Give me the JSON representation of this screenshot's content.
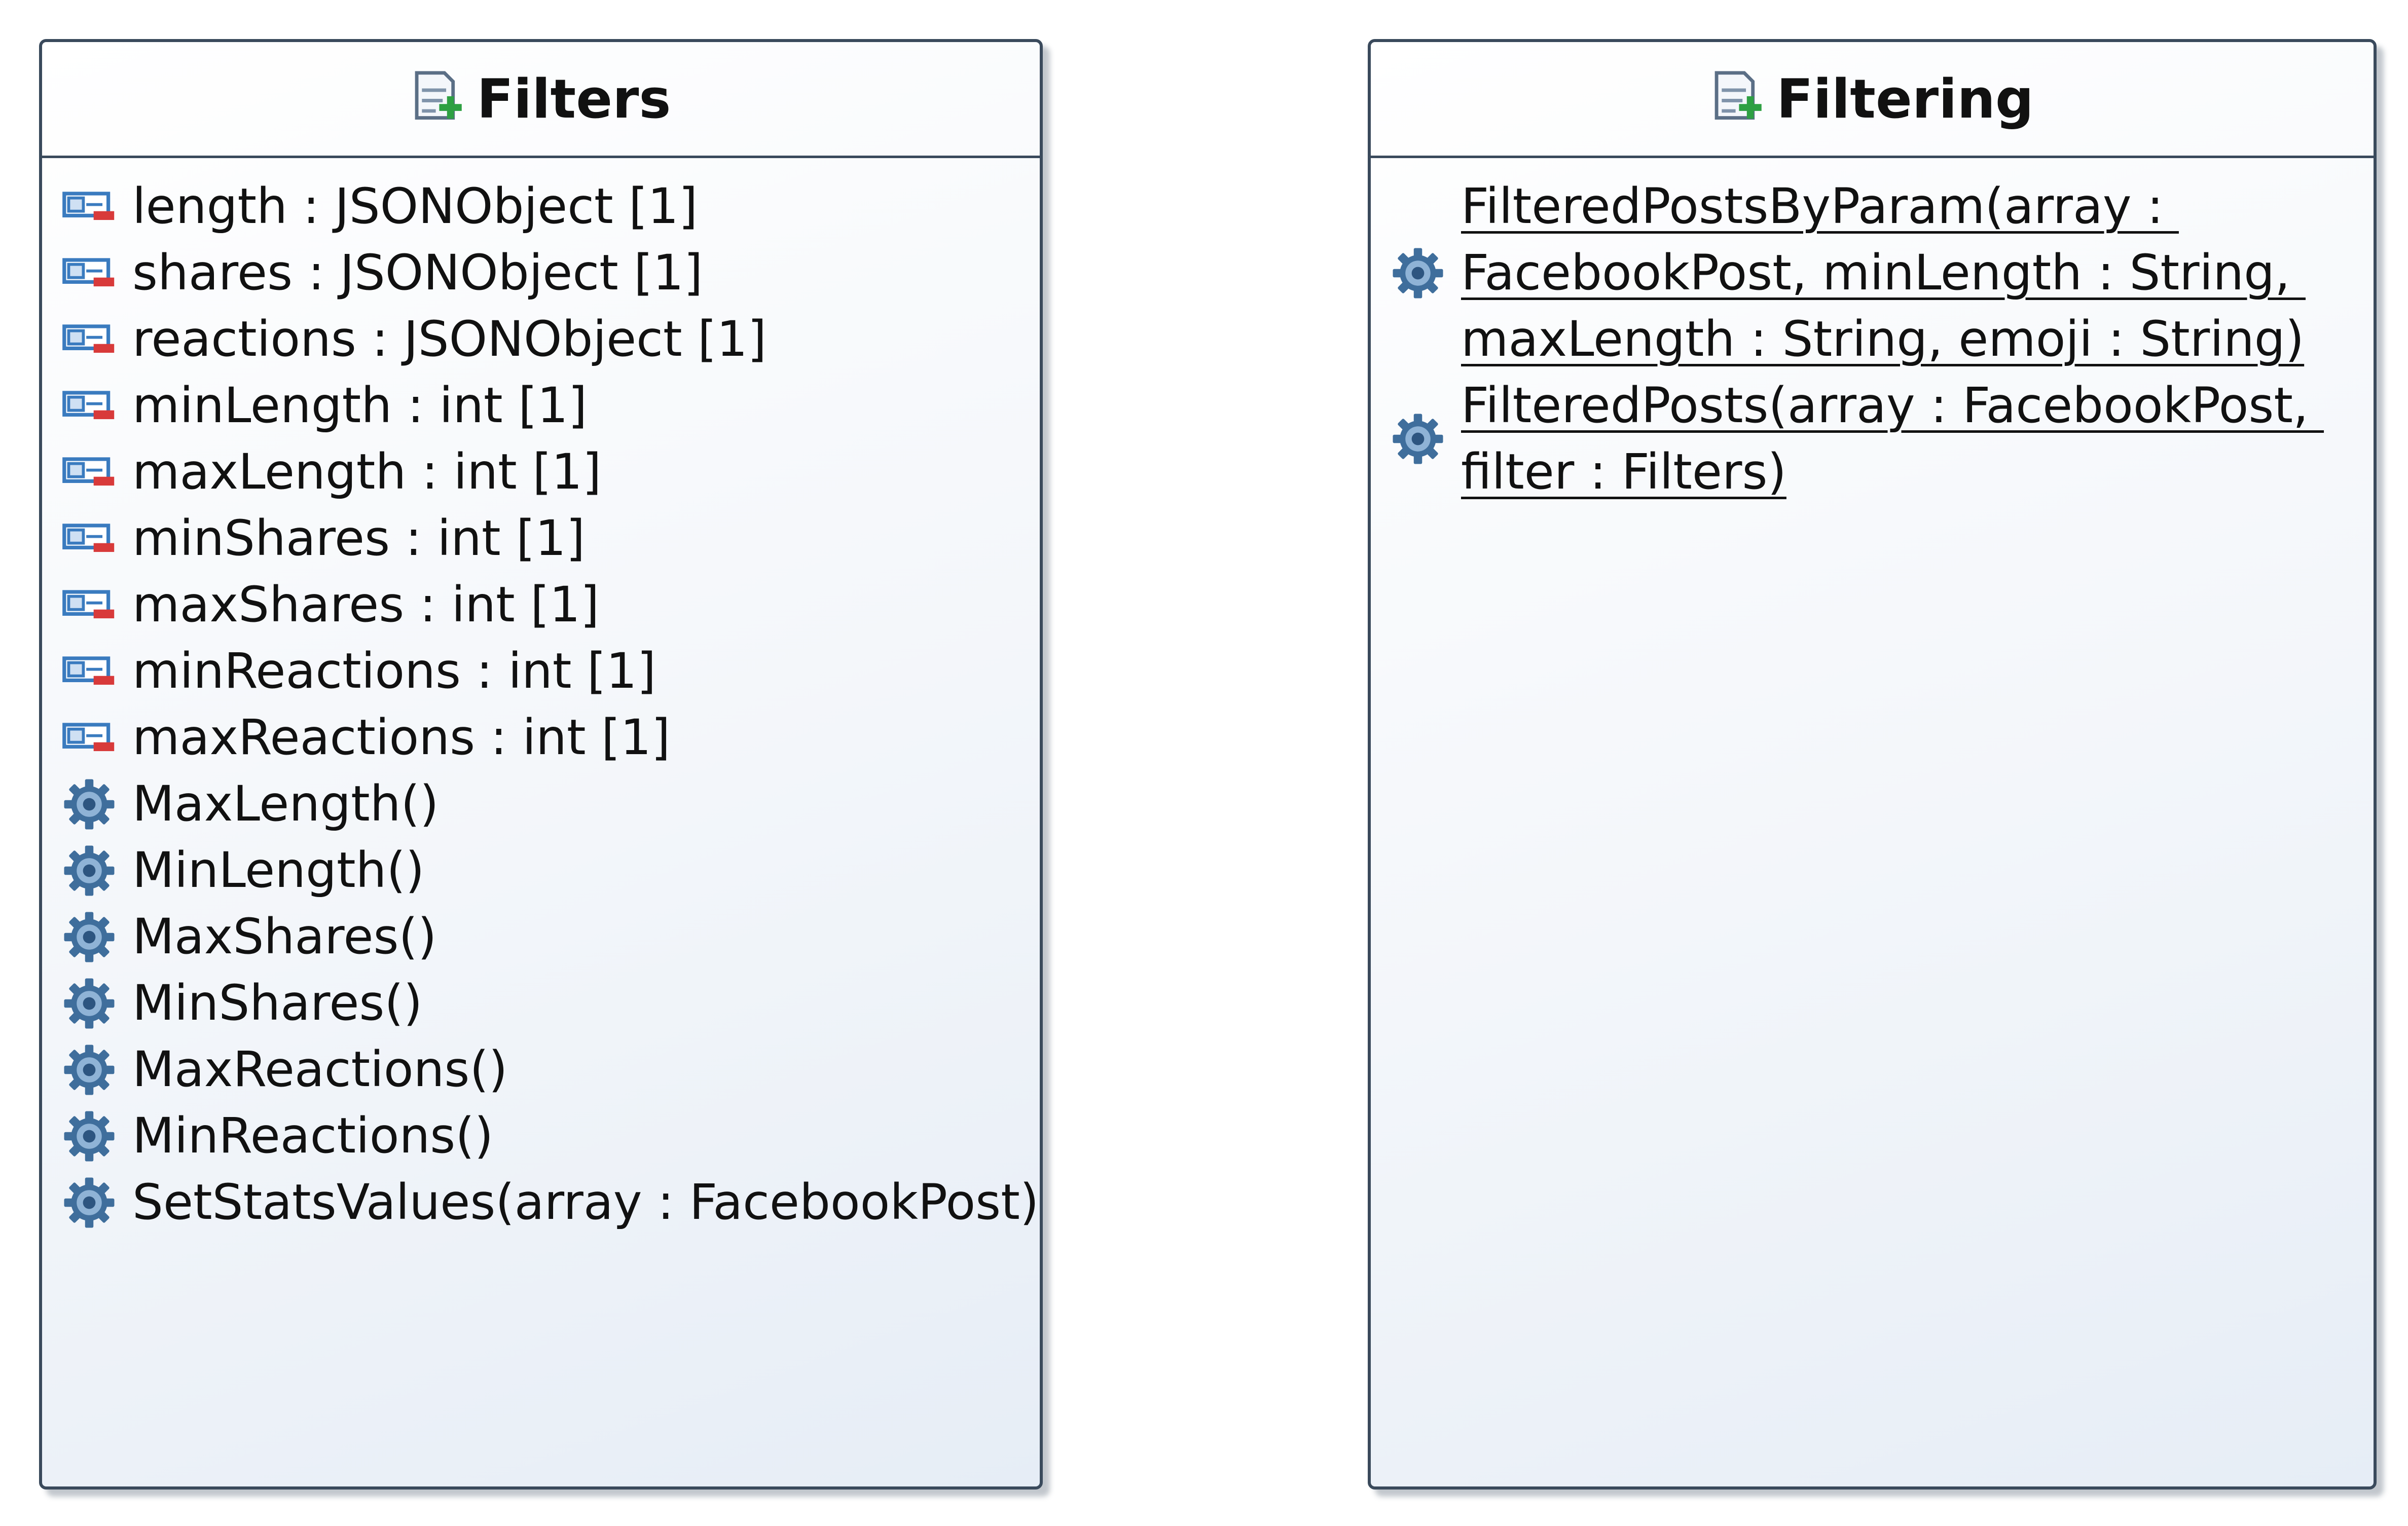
{
  "diagram": {
    "classes": [
      {
        "name": "Filters",
        "attributes": [
          "length : JSONObject [1]",
          "shares : JSONObject [1]",
          "reactions : JSONObject [1]",
          "minLength : int [1]",
          "maxLength : int [1]",
          "minShares : int [1]",
          "maxShares : int [1]",
          "minReactions : int [1]",
          "maxReactions : int [1]"
        ],
        "operations": [
          "MaxLength()",
          "MinLength()",
          "MaxShares()",
          "MinShares()",
          "MaxReactions()",
          "MinReactions()",
          "SetStatsValues(array : FacebookPost)"
        ]
      },
      {
        "name": "Filtering",
        "operations": [
          {
            "lines": [
              "FilteredPostsByParam(array : ",
              "FacebookPost, minLength : String, ",
              "maxLength : String, emoji : String)"
            ],
            "static": true
          },
          {
            "lines": [
              "FilteredPosts(array : FacebookPost, ",
              "filter : Filters)"
            ],
            "static": true
          }
        ]
      }
    ],
    "colors": {
      "border": "#3a4a5c",
      "attribute_icon": "#3a7bbf",
      "private_marker": "#d83a3a",
      "class_icon_plus": "#2ea043",
      "gear": "#3f6e9c"
    },
    "icons": {
      "class": "uml-class-icon",
      "attribute": "private-attribute-icon",
      "operation": "operation-gear-icon"
    }
  }
}
